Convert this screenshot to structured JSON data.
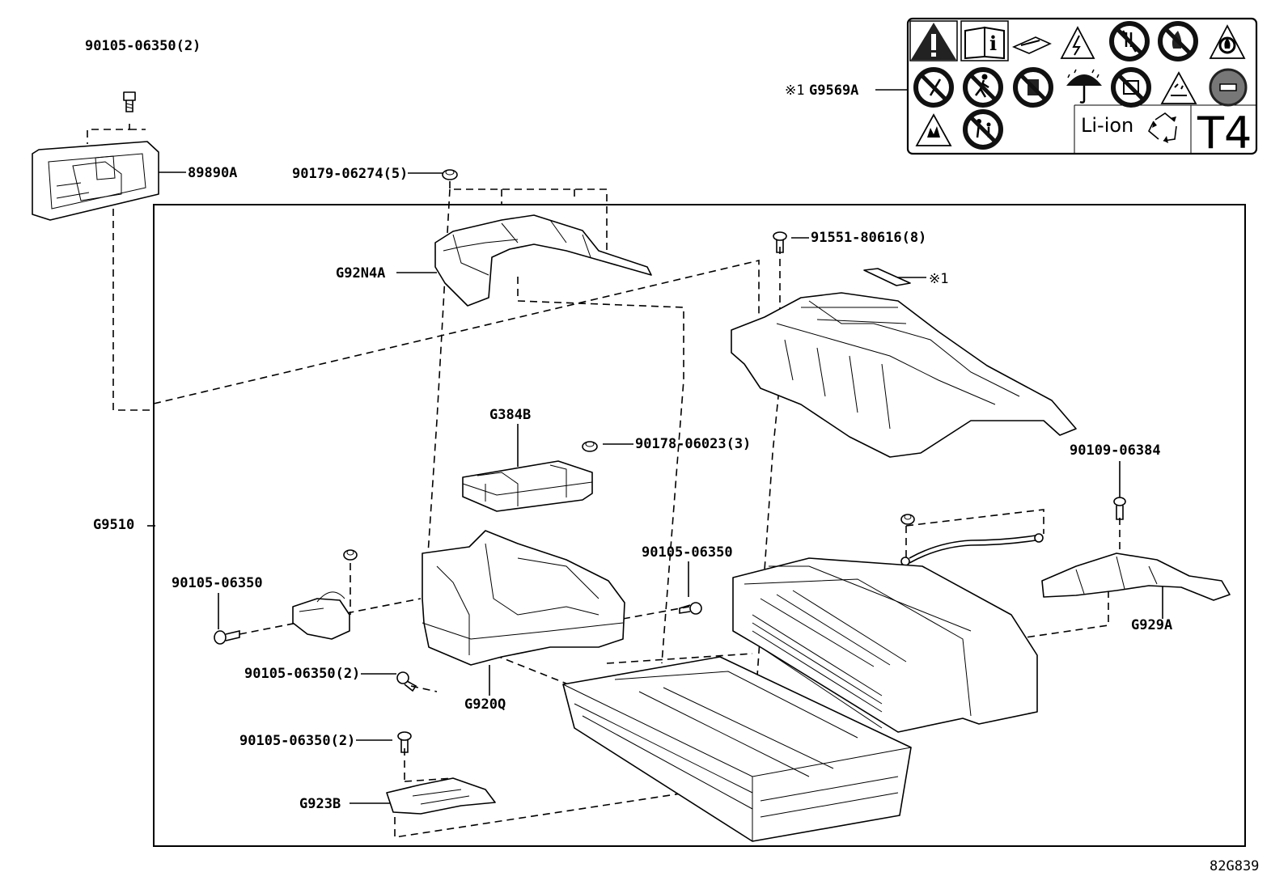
{
  "labels": {
    "p_90105_06350_2_top": "90105-06350(2)",
    "p_89890A": "89890A",
    "p_90179_06274_5": "90179-06274(5)",
    "p_G92N4A": "G92N4A",
    "p_91551_80616_8": "91551-80616(8)",
    "p_mark1": "※1",
    "p_G9569A_mark": "※1",
    "p_G9569A": "G9569A",
    "p_G384B": "G384B",
    "p_90178_06023_3": "90178-06023(3)",
    "p_90109_06384": "90109-06384",
    "p_G9510": "G9510",
    "p_90105_06350_mid": "90105-06350",
    "p_90105_06350_left": "90105-06350",
    "p_G929A": "G929A",
    "p_90105_06350_2_mid": "90105-06350(2)",
    "p_G920Q": "G920Q",
    "p_90105_06350_2_bot": "90105-06350(2)",
    "p_G923B": "G923B",
    "diagram_code": "82G839"
  },
  "warning_label": {
    "li_ion": "Li-ion",
    "t4": "T4"
  },
  "icons": [
    "warning-triangle-icon",
    "manual-info-icon",
    "manual-book-icon",
    "high-voltage-icon",
    "no-touch-icon",
    "no-fire-icon",
    "flammable-icon",
    "no-disassemble-icon",
    "no-step-icon",
    "no-drop-icon",
    "keep-dry-icon",
    "no-water-icon",
    "corrosive-icon",
    "no-open-icon",
    "explosive-icon",
    "no-children-icon",
    "recycle-icon"
  ]
}
